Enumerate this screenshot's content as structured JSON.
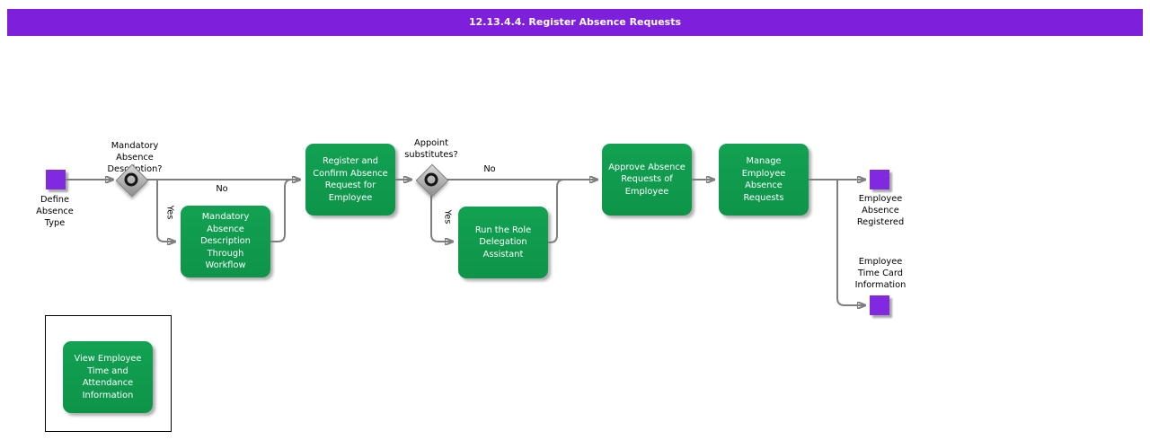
{
  "title_bar": {
    "label": "12.13.4.4. Register Absence Requests"
  },
  "colors": {
    "title_bg": "#7E1FDC",
    "task_green": "#109B4F",
    "event_purple": "#8129E0",
    "connector_gray": "#7F7F7F"
  },
  "nodes": {
    "start_event_label": "Define\nAbsence\nType",
    "decision_mandatory": {
      "question": "Mandatory\nAbsence\nDescription?",
      "yes": "Yes",
      "no": "No"
    },
    "task_mandatory_workflow": "Mandatory\nAbsence\nDescription\nThrough\nWorkflow",
    "task_register_confirm": "Register and\nConfirm Absence\nRequest for\nEmployee",
    "decision_substitutes": {
      "question": "Appoint\nsubstitutes?",
      "yes": "Yes",
      "no": "No"
    },
    "task_run_delegation": "Run the Role\nDelegation\nAssistant",
    "task_approve_requests": "Approve Absence\nRequests of\nEmployee",
    "task_manage_requests": "Manage\nEmployee\nAbsence\nRequests",
    "end_event_label": "Employee\nAbsence\nRegistered",
    "timecard_event_label": "Employee\nTime Card\nInformation",
    "task_view_attendance": "View Employee\nTime and\nAttendance\nInformation"
  }
}
